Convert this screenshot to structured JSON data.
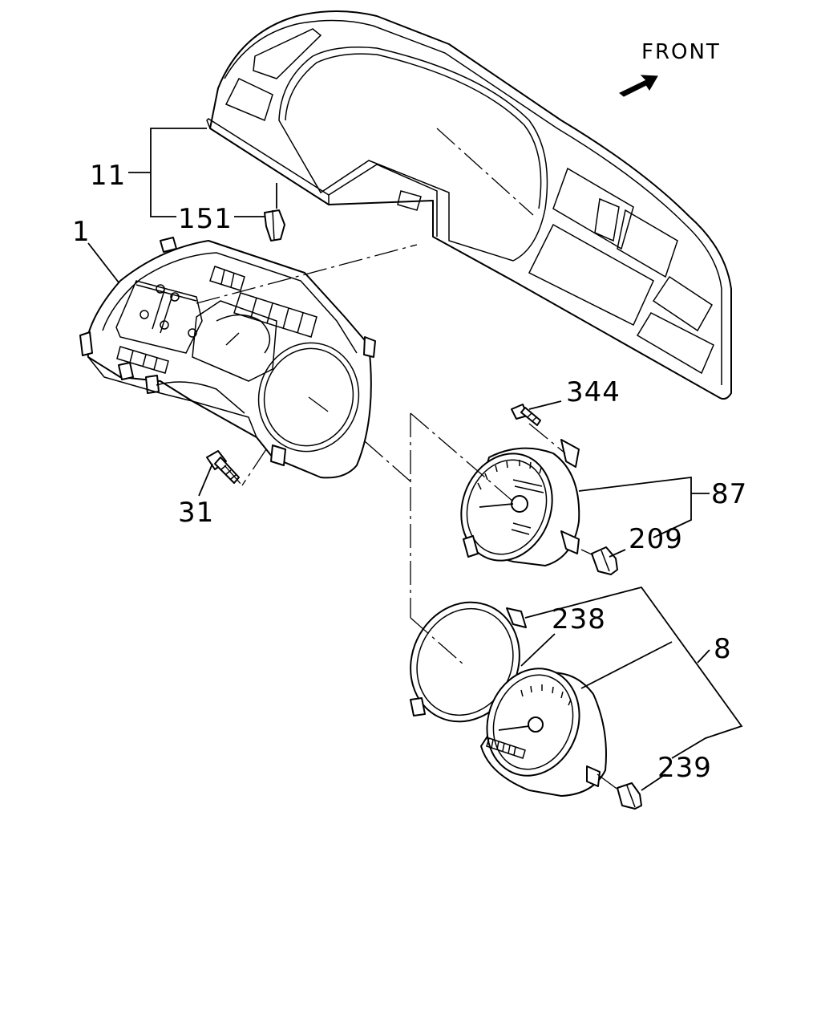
{
  "orientation": {
    "front_label": "FRONT"
  },
  "callouts": {
    "c11": "11",
    "c151": "151",
    "c1": "1",
    "c31": "31",
    "c344": "344",
    "c87": "87",
    "c209": "209",
    "c238": "238",
    "c8": "8",
    "c239": "239"
  }
}
